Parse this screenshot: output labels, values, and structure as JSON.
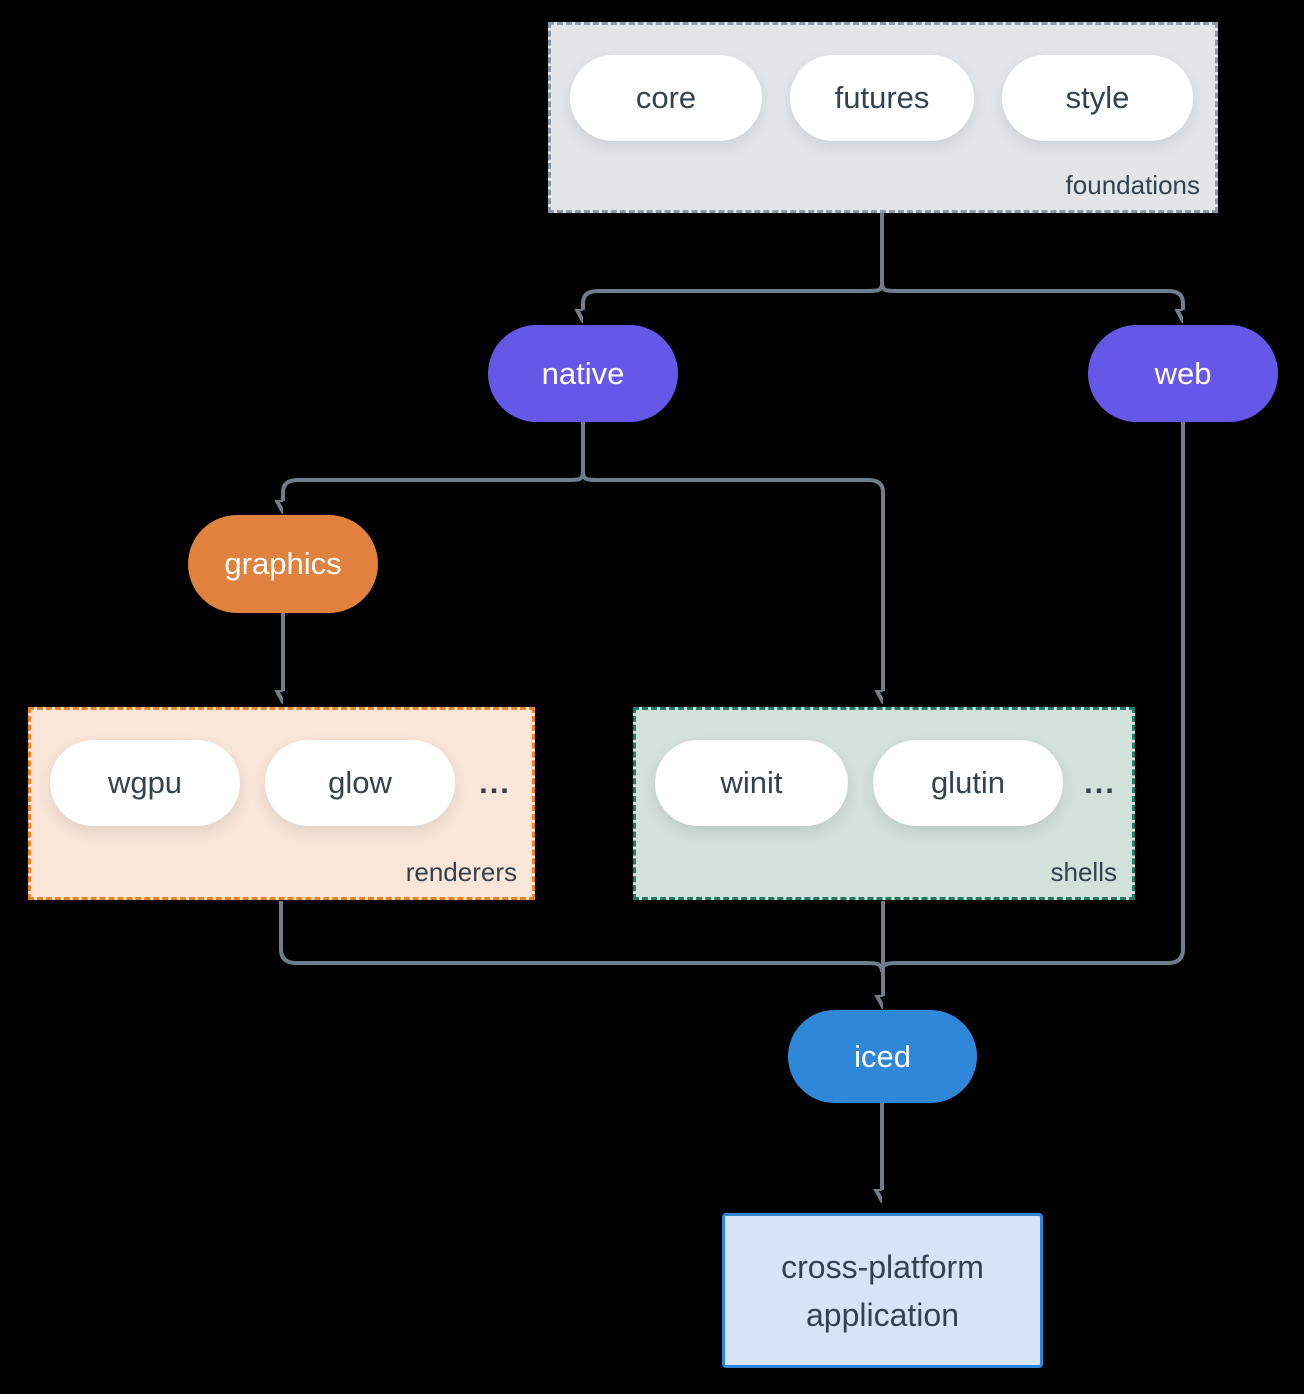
{
  "diagram": {
    "background_color": "#000000",
    "connector_color": "#6F7D8C",
    "text_color": "#33424F",
    "node_text_color": "#FFFFFF",
    "groups": {
      "foundations": {
        "label": "foundations",
        "fill": "#E3E6E9",
        "border_color": "#8B99A6",
        "items": [
          "core",
          "futures",
          "style"
        ]
      },
      "renderers": {
        "label": "renderers",
        "fill": "#F9E6D8",
        "border_color": "#E8831F",
        "items": [
          "wgpu",
          "glow"
        ],
        "more": "..."
      },
      "shells": {
        "label": "shells",
        "fill": "#D4E0DA",
        "border_color": "#207A68",
        "items": [
          "winit",
          "glutin"
        ],
        "more": "..."
      }
    },
    "nodes": {
      "native": {
        "label": "native",
        "fill": "#6558E8"
      },
      "web": {
        "label": "web",
        "fill": "#6558E8"
      },
      "graphics": {
        "label": "graphics",
        "fill": "#E0813E"
      },
      "iced": {
        "label": "iced",
        "fill": "#2E87D8"
      },
      "application": {
        "label": "cross-platform application",
        "fill": "#D5E5F7",
        "border_color": "#2E86D8"
      }
    },
    "edges": [
      {
        "from": "foundations",
        "to": "native"
      },
      {
        "from": "foundations",
        "to": "web"
      },
      {
        "from": "native",
        "to": "graphics"
      },
      {
        "from": "native",
        "to": "shells"
      },
      {
        "from": "graphics",
        "to": "renderers"
      },
      {
        "from": "renderers",
        "to": "iced"
      },
      {
        "from": "shells",
        "to": "iced"
      },
      {
        "from": "web",
        "to": "iced"
      },
      {
        "from": "iced",
        "to": "application"
      }
    ]
  }
}
